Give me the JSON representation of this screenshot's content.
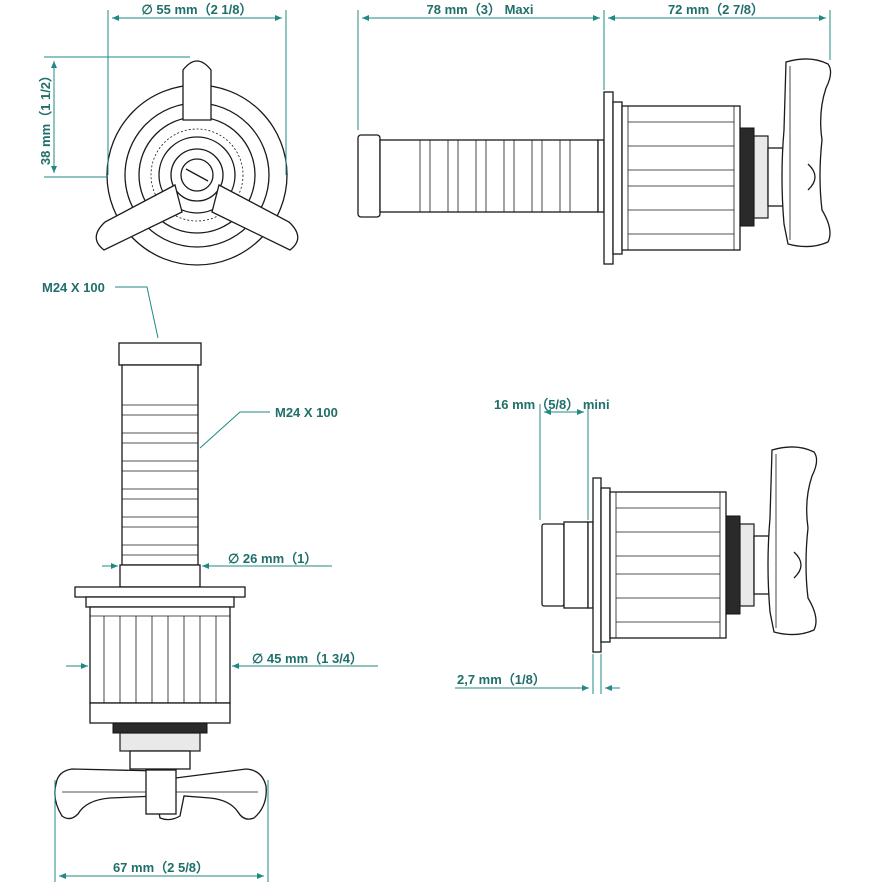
{
  "colors": {
    "dimension": "#1f8a83",
    "dimension_text": "#1f6f6a",
    "outline": "#1a1a1a"
  },
  "views": {
    "front": {
      "diameter_label": "∅ 55 mm（2 1/8）",
      "height_label": "38 mm（1 1/2）"
    },
    "side_maxi": {
      "length_label": "78 mm（3）  Maxi",
      "handle_label": "72 mm（2 7/8）"
    },
    "vertical": {
      "thread_top_label": "M24 X 100",
      "thread_side_label": "M24 X 100",
      "shaft_diameter_label": "∅  26 mm（1）",
      "body_diameter_label": "∅  45 mm（1 3/4）",
      "handle_width_label": "67 mm（2 5/8）"
    },
    "side_mini": {
      "length_label": "16 mm（5/8）  mini",
      "flange_label": "2,7 mm（1/8）"
    }
  }
}
